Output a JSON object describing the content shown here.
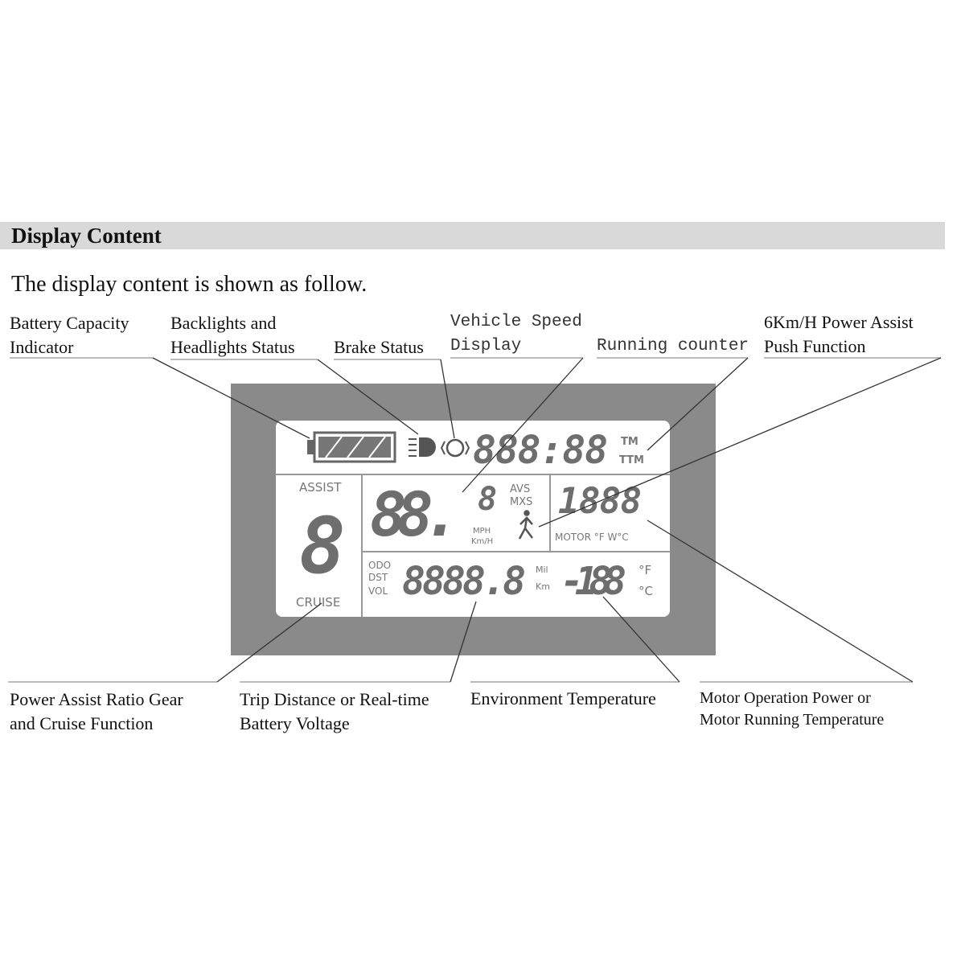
{
  "section": {
    "title": "Display Content",
    "intro": "The display content is shown as follow."
  },
  "labels": {
    "battery": [
      "Battery Capacity",
      "Indicator"
    ],
    "backlights": [
      "Backlights and",
      "Headlights Status"
    ],
    "brake": "Brake Status",
    "speed": [
      "Vehicle Speed",
      "Display"
    ],
    "running": "Running counter",
    "push": [
      "6Km/H Power Assist",
      "Push Function"
    ],
    "assist_gear": [
      "Power Assist Ratio Gear",
      "and Cruise Function"
    ],
    "trip": [
      "Trip Distance or Real-time",
      "Battery Voltage"
    ],
    "env_temp": "Environment Temperature",
    "motor": [
      "Motor Operation Power or",
      "Motor Running Temperature"
    ]
  },
  "lcd": {
    "clock": "888:88",
    "tm": "TM",
    "ttm": "TTM",
    "assist": "ASSIST",
    "gear": "8",
    "cruise": "CRUISE",
    "speed": "88.",
    "speed_small": "8",
    "avs": "AVS",
    "mxs": "MXS",
    "mph": "MPH",
    "kmh": "Km/H",
    "motor_value": "1888",
    "motor_units": "MOTOR  °F W°C",
    "odo": "ODO",
    "dst": "DST",
    "vol": "VOL",
    "distance": "8888.8",
    "mil": "Mil",
    "km": "Km",
    "temp": "-188",
    "f": "°F",
    "c": "°C"
  },
  "colors": {
    "frame": "#8a8a8a",
    "segment": "#6e6e6e",
    "band": "#d9d9d9"
  }
}
